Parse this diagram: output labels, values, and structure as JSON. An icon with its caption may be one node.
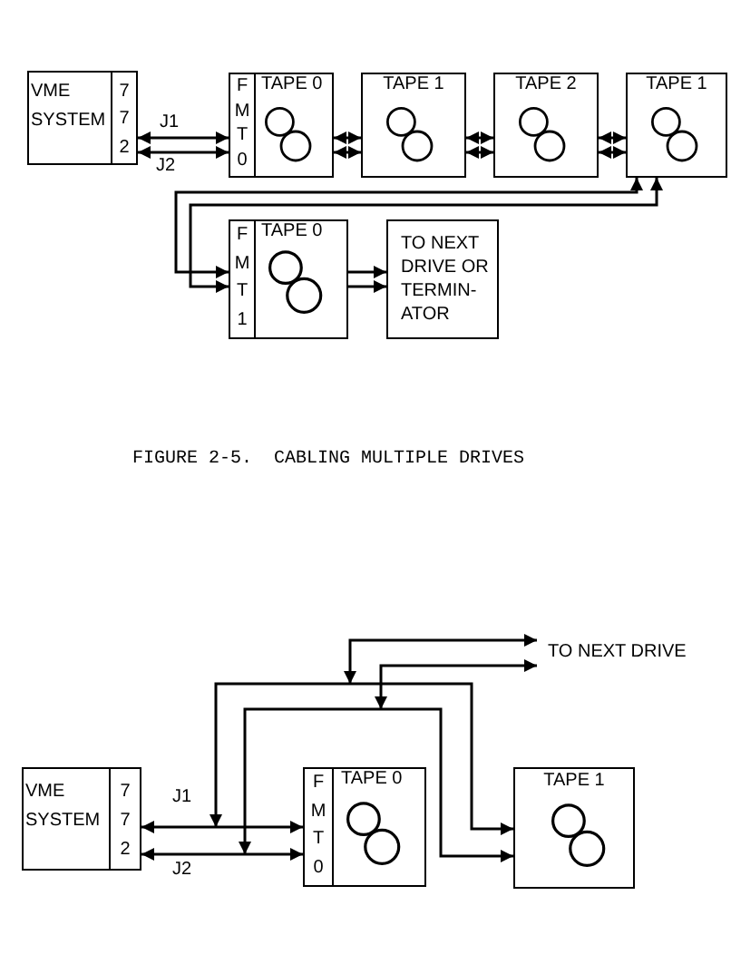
{
  "diagram": {
    "caption": "FIGURE 2-5.  CABLING MULTIPLE DRIVES",
    "nodes": [
      {
        "text": [
          "VME SYSTEM",
          "7 7 2"
        ]
      },
      {
        "text": [
          "F M T 0",
          "TAPE 0"
        ]
      },
      {
        "text": [
          "TAPE 1"
        ]
      },
      {
        "text": [
          "TAPE 2"
        ]
      },
      {
        "text": [
          "TAPE 1"
        ]
      },
      {
        "text": [
          "F M T 1",
          "TAPE 0"
        ]
      },
      {
        "text": [
          "TO NEXT DRIVE OR TERMIN-ATOR"
        ]
      },
      {
        "text": [
          "VME SYSTEM",
          "7 7 2"
        ]
      },
      {
        "text": [
          "F M T 0",
          "TAPE 0"
        ]
      },
      {
        "text": [
          "TAPE 1"
        ]
      },
      {
        "text": [
          "TO NEXT DRIVE"
        ]
      }
    ],
    "edges": [
      {
        "from": 0,
        "to": 1,
        "arrow": "both",
        "label": "J1"
      },
      {
        "from": 0,
        "to": 1,
        "arrow": "both",
        "label": "J2"
      },
      {
        "from": 1,
        "to": 2,
        "arrow": "both"
      },
      {
        "from": 1,
        "to": 2,
        "arrow": "both"
      },
      {
        "from": 2,
        "to": 3,
        "arrow": "both"
      },
      {
        "from": 2,
        "to": 3,
        "arrow": "both"
      },
      {
        "from": 3,
        "to": 4,
        "arrow": "both"
      },
      {
        "from": 3,
        "to": 4,
        "arrow": "both"
      },
      {
        "from": 4,
        "to": 5,
        "arrow": "both"
      },
      {
        "from": 4,
        "to": 5,
        "arrow": "both"
      },
      {
        "from": 5,
        "to": 6,
        "arrow": "to"
      },
      {
        "from": 5,
        "to": 6,
        "arrow": "to"
      },
      {
        "from": 7,
        "to": 8,
        "arrow": "both",
        "label": "J1"
      },
      {
        "from": 7,
        "to": 8,
        "arrow": "both",
        "label": "J2"
      },
      {
        "from": null,
        "to": 9,
        "arrow": "both"
      },
      {
        "from": null,
        "to": 9,
        "arrow": "both"
      },
      {
        "from": null,
        "to": 10,
        "arrow": "both"
      },
      {
        "from": null,
        "to": 10,
        "arrow": "both"
      }
    ]
  }
}
